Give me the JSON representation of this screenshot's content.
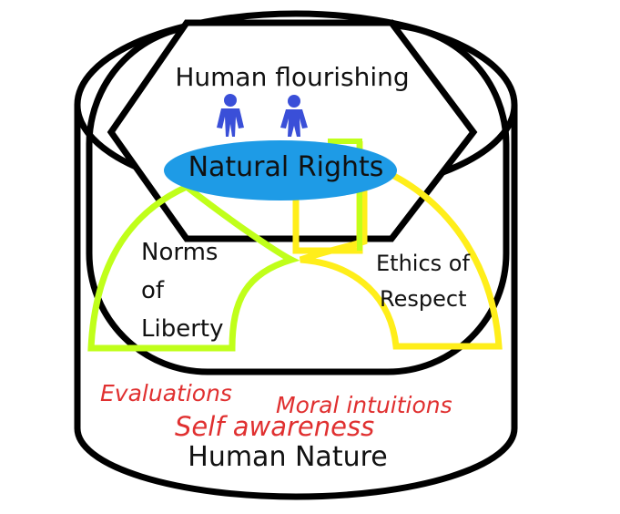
{
  "diagram": {
    "top_label": "Human flourishing",
    "center_label": "Natural Rights",
    "left_label_lines": [
      "Norms",
      "of",
      "Liberty"
    ],
    "right_label_lines": [
      "Ethics of",
      "Respect"
    ],
    "red_labels": {
      "evaluations": "Evaluations",
      "moral_intuitions": "Moral intuitions",
      "self_awareness": "Self awareness"
    },
    "base_label": "Human Nature"
  },
  "colors": {
    "outline": "#000000",
    "ellipse_fill": "#1e9be6",
    "arch_left": "#c0ff1a",
    "arch_right": "#ffee1a",
    "red_text": "#e03030",
    "figure": "#3a4fd8"
  },
  "icons": [
    "person-icon",
    "person-icon"
  ]
}
